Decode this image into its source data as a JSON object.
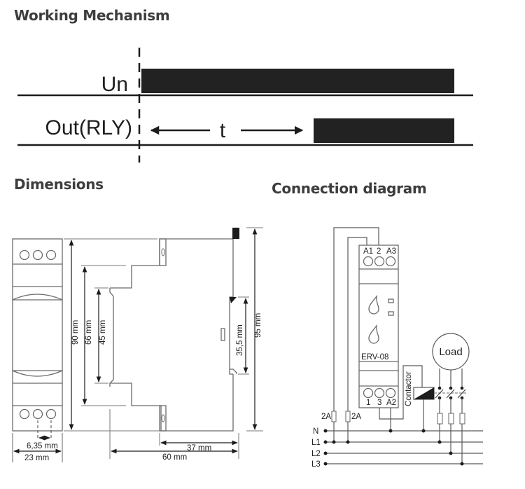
{
  "sections": {
    "working_mechanism": "Working Mechanism",
    "dimensions": "Dimensions",
    "connection_diagram": "Connection diagram"
  },
  "timing": {
    "signals": [
      {
        "label": "Un",
        "state": "on from start"
      },
      {
        "label": "Out(RLY)",
        "state": "on after delay t"
      }
    ],
    "delay_label": "t"
  },
  "dimensions": {
    "front": {
      "height": "90 mm",
      "width": "23 mm",
      "terminal_pitch": "6,35 mm"
    },
    "side": {
      "height_66": "66 mm",
      "height_45": "45 mm",
      "rail": "35,5 mm",
      "total_height": "95 mm",
      "depth_front": "37 mm",
      "depth_total": "60 mm"
    }
  },
  "connection": {
    "device_model": "ERV-08",
    "top_terminals": [
      "A1",
      "2",
      "A3"
    ],
    "bottom_terminals": [
      "1",
      "3",
      "A2"
    ],
    "fuse_labels": [
      "2A",
      "2A"
    ],
    "lines": [
      "N",
      "L1",
      "L2",
      "L3"
    ],
    "contactor_label": "Contactor",
    "load_label": "Load"
  }
}
